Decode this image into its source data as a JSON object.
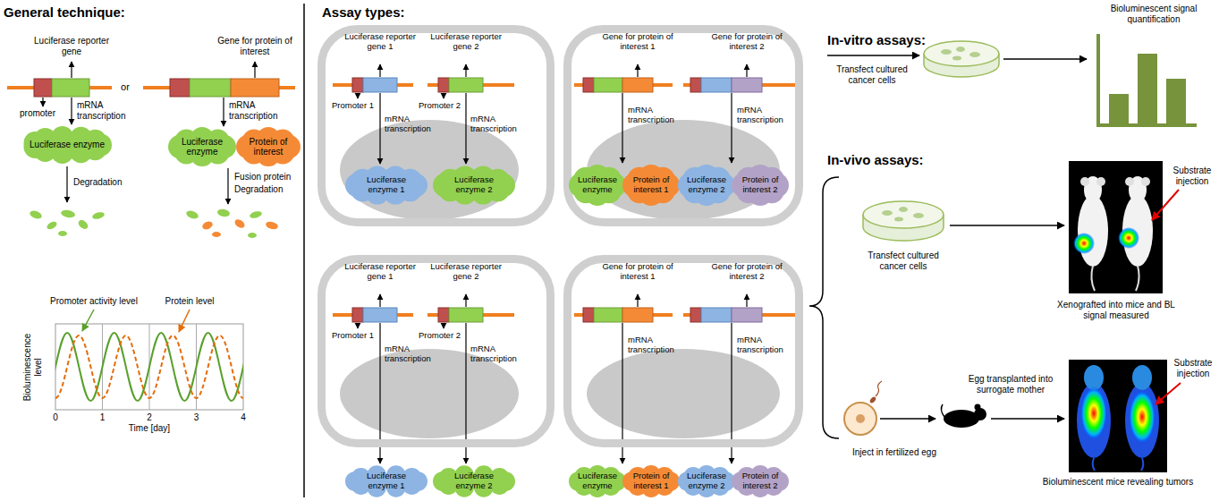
{
  "diagram": {
    "nodes": [
      {
        "text": [
          "Luciferase enzyme"
        ]
      },
      {
        "text": [
          "Luciferase enzyme"
        ]
      },
      {
        "text": [
          "Protein of interest"
        ]
      },
      {
        "text": [
          "Luciferase reporter gene 1",
          "Luciferase reporter gene 2",
          "Promoter 1",
          "mRNA transcription",
          "Promoter 2",
          "mRNA transcription"
        ]
      },
      {
        "text": [
          "Luciferase enzyme 1"
        ],
        "in": 3
      },
      {
        "text": [
          "Luciferase enzyme 2"
        ],
        "in": 3
      },
      {
        "text": [
          "Gene for protein of interest 1",
          "Gene for protein of interest 2",
          "mRNA transcription",
          "mRNA transcription"
        ]
      },
      {
        "text": [
          "Luciferase enzyme"
        ],
        "in": 6
      },
      {
        "text": [
          "Protein of interest 1"
        ],
        "in": 6
      },
      {
        "text": [
          "Luciferase enzyme 2"
        ],
        "in": 6
      },
      {
        "text": [
          "Protein of interest 2"
        ],
        "in": 6
      },
      {
        "text": [
          "Luciferase reporter gene 1",
          "Luciferase reporter gene 2",
          "Promoter 1",
          "mRNA transcription",
          "Promoter 2",
          "mRNA transcription"
        ]
      },
      {
        "text": [
          "Luciferase enzyme 1"
        ]
      },
      {
        "text": [
          "Luciferase enzyme 2"
        ]
      },
      {
        "text": [
          "Gene for protein of interest 1",
          "Gene for protein of interest 2",
          "mRNA transcription",
          "mRNA transcription"
        ]
      },
      {
        "text": [
          "Luciferase enzyme"
        ]
      },
      {
        "text": [
          "Protein of interest 1"
        ]
      },
      {
        "text": [
          "Luciferase enzyme 2"
        ]
      },
      {
        "text": [
          "Protein of interest 2"
        ]
      }
    ],
    "labels": [
      "General technique:",
      "Luciferase reporter gene",
      "promoter",
      "or",
      "Gene for protein of interest",
      "mRNA transcription",
      "mRNA transcription",
      "Degradation",
      "Fusion protein",
      "Degradation",
      "Promoter activity level",
      "Protein level",
      "Bioluminescence level",
      "Time [day]",
      "0",
      "1",
      "2",
      "3",
      "4",
      "Assay types:",
      "In-vitro assays:",
      "Bioluminescent signal quantification",
      "Transfect cultured cancer cells",
      "In-vivo assays:",
      "Transfect cultured cancer cells",
      "Substrate injection",
      "Xenografted into mice and BL signal measured",
      "Egg transplanted into surrogate mother",
      "Substrate injection",
      "Inject in fertilized egg",
      "Bioluminescent mice revealing tumors"
    ]
  }
}
